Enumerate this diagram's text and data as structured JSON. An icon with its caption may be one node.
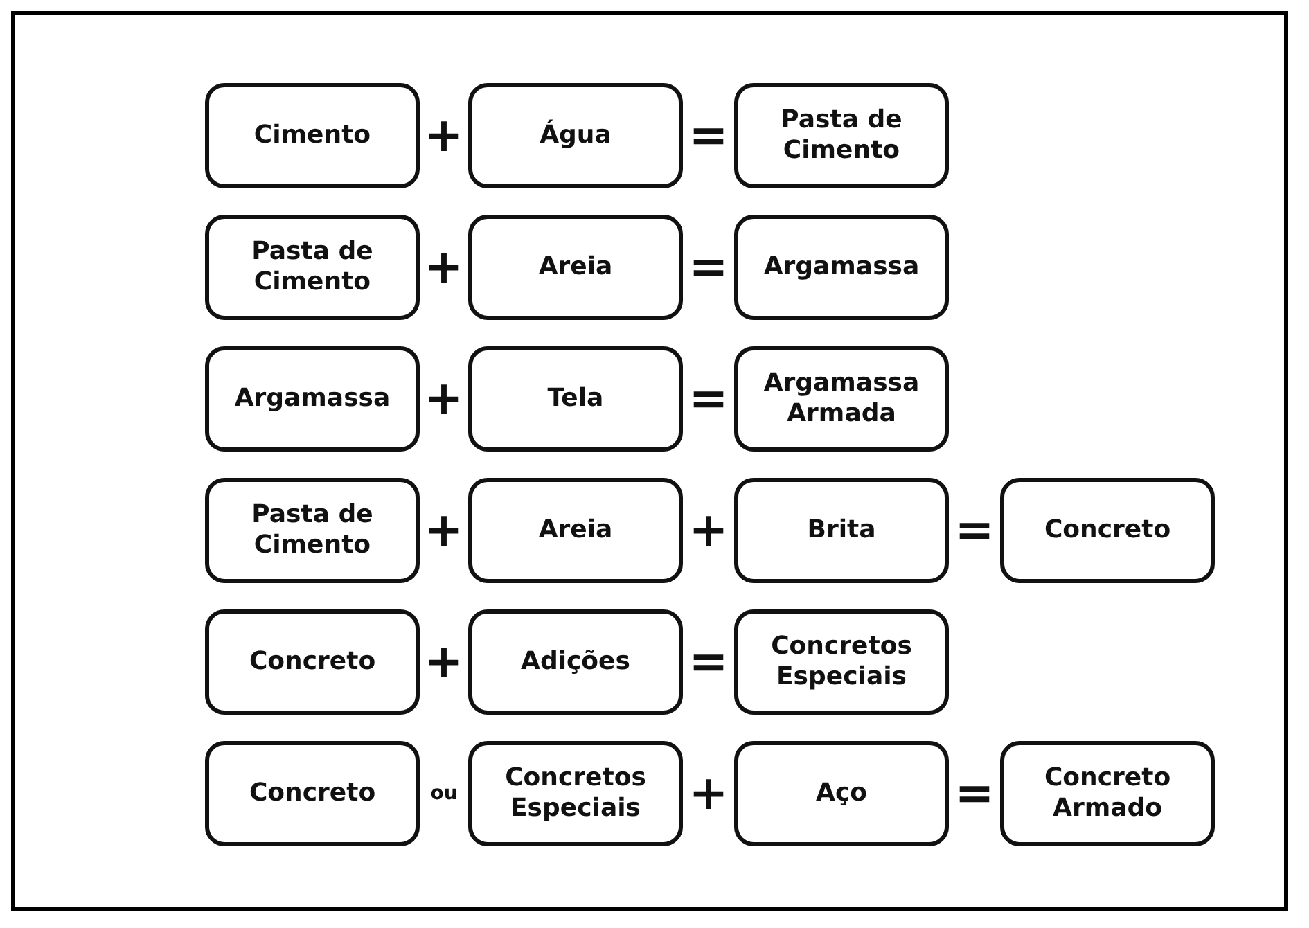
{
  "diagram": {
    "nodes": [
      {
        "text": [
          "Cimento"
        ]
      },
      {
        "text": [
          "Água"
        ]
      },
      {
        "text": [
          "Pasta de Cimento"
        ]
      },
      {
        "text": [
          "Pasta de Cimento"
        ]
      },
      {
        "text": [
          "Areia"
        ]
      },
      {
        "text": [
          "Argamassa"
        ]
      },
      {
        "text": [
          "Argamassa"
        ]
      },
      {
        "text": [
          "Tela"
        ]
      },
      {
        "text": [
          "Argamassa Armada"
        ]
      },
      {
        "text": [
          "Pasta de Cimento"
        ]
      },
      {
        "text": [
          "Areia"
        ]
      },
      {
        "text": [
          "Brita"
        ]
      },
      {
        "text": [
          "Concreto"
        ]
      },
      {
        "text": [
          "Concreto"
        ]
      },
      {
        "text": [
          "Adições"
        ]
      },
      {
        "text": [
          "Concretos Especiais"
        ]
      },
      {
        "text": [
          "Concreto"
        ]
      },
      {
        "text": [
          "Concretos Especiais"
        ]
      },
      {
        "text": [
          "Aço"
        ]
      },
      {
        "text": [
          "Concreto Armado"
        ]
      }
    ],
    "labels": [
      "+",
      "=",
      "+",
      "=",
      "+",
      "=",
      "+",
      "+",
      "=",
      "+",
      "=",
      "ou",
      "+",
      "="
    ]
  }
}
